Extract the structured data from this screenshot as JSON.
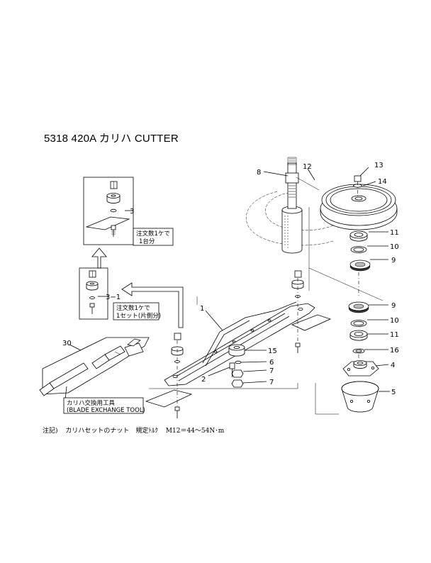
{
  "title": "5318 420A  カリハ CUTTER",
  "callouts": {
    "c1": "1",
    "c2": "2",
    "c3": "3",
    "c3_1": "3−1",
    "c4": "4",
    "c5": "5",
    "c6": "6",
    "c7a": "7",
    "c7b": "7",
    "c8": "8",
    "c9a": "9",
    "c9b": "9",
    "c10a": "10",
    "c10b": "10",
    "c11a": "11",
    "c11b": "11",
    "c12": "12",
    "c13": "13",
    "c14": "14",
    "c15": "15",
    "c16": "16",
    "c30": "30"
  },
  "notes": {
    "box3_line1": "注文数1ケで",
    "box3_line2": "1台分",
    "box31_line1": "注文数1ケで",
    "box31_line2": "1セット(片側分)",
    "tool_line1": "カリハ交換用工具",
    "tool_line2": "(BLADE EXCHANGE TOOL)"
  },
  "footnote": {
    "label": "注記)",
    "text": "カリハセットのナット　規定ﾄﾙｸ",
    "value": "M12＝44〜54N･m"
  }
}
